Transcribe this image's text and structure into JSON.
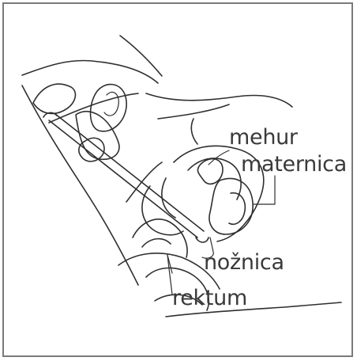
{
  "diagram": {
    "labels": {
      "bladder": "mehur",
      "uterus": "maternica",
      "vagina": "nožnica",
      "rectum": "rektum"
    }
  }
}
